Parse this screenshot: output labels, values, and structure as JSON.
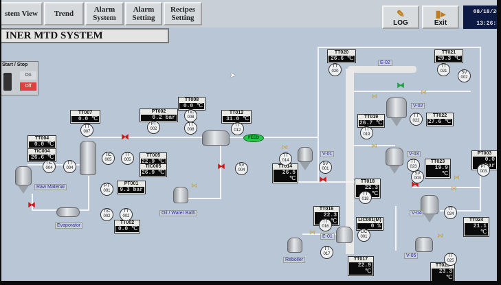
{
  "nav": {
    "buttons": [
      "stem View",
      "Trend",
      "Alarm\nSystem",
      "Alarm\nSetting",
      "Recipes\nSetting"
    ]
  },
  "system_buttons": {
    "log": "LOG",
    "exit": "Exit"
  },
  "datetime": {
    "date": "08/18/20",
    "time": "13:26:3"
  },
  "title": "INER MTD SYSTEM",
  "start_stop": {
    "header": "Start / Stop",
    "on": "On",
    "off": "Off"
  },
  "tags": [
    {
      "name": "TT007",
      "value": "0.0 ℃"
    },
    {
      "name": "PT002",
      "value": "0.2 bar"
    },
    {
      "name": "TT008",
      "value": "0.0 ℃"
    },
    {
      "name": "TT012",
      "value": "31.0 ℃"
    },
    {
      "name": "TT004",
      "value": "0.0 ℃"
    },
    {
      "name": "TIC004",
      "value": "26.6 ℃"
    },
    {
      "name": "TT005",
      "value": "22.9 ℃"
    },
    {
      "name": "TIC005",
      "value": "26.9 ℃"
    },
    {
      "name": "PT001",
      "value": "9.3 bar"
    },
    {
      "name": "TT002",
      "value": "0.0 ℃"
    },
    {
      "name": "TT020",
      "value": "26.6 ℃"
    },
    {
      "name": "TT021",
      "value": "29.3 ℃"
    },
    {
      "name": "TT019",
      "value": "26.7 ℃"
    },
    {
      "name": "TT022",
      "value": "27.6 ℃"
    },
    {
      "name": "TT014",
      "value": "26.5 ℃"
    },
    {
      "name": "TT023",
      "value": "19.9 ℃"
    },
    {
      "name": "PT003",
      "value": "0.0 bar"
    },
    {
      "name": "TT018",
      "value": "22.3 ℃"
    },
    {
      "name": "TT016",
      "value": "22.3 ℃"
    },
    {
      "name": "LIC001(M)",
      "value": "0 %"
    },
    {
      "name": "TT024",
      "value": "21.1 ℃"
    },
    {
      "name": "TT017",
      "value": "22.9 ℃"
    },
    {
      "name": "TT025",
      "value": "23.3 ℃"
    }
  ],
  "instruments": [
    "TT\n007",
    "PT\n002",
    "TIC\n008",
    "TT\n008",
    "TT\n012",
    "TIC\n004",
    "TT\n004",
    "TIC\n005",
    "TT\n005",
    "PT\n001",
    "TIC\n002",
    "TT\n002",
    "SV\n004",
    "TT\n020",
    "TT\n021",
    "SV\n002",
    "TT\n019",
    "TT\n022",
    "TT\n014",
    "SV\n001",
    "TT\n023",
    "PT\n003",
    "SV\n003",
    "TT\n018",
    "TT\n016",
    "LIC\n001",
    "TT\n017",
    "TT\n024",
    "TT\n025"
  ],
  "equipment": {
    "raw_material": "Raw Material",
    "evaporator": "Evaporator",
    "oil_water_bath": "Oil / Water Bath",
    "feed_pump": "FEED",
    "e02": "E-02",
    "v02": "V-02",
    "v01": "V-01",
    "v03": "V-03",
    "e01": "E-01",
    "v04": "V-04",
    "v05": "V-05",
    "reboiler": "Reboiler"
  },
  "colors": {
    "screen_bg": "#b9c6d6",
    "display_bg": "#0a0a0a",
    "valve_red": "#d01818",
    "pump_green": "#27c84a"
  }
}
